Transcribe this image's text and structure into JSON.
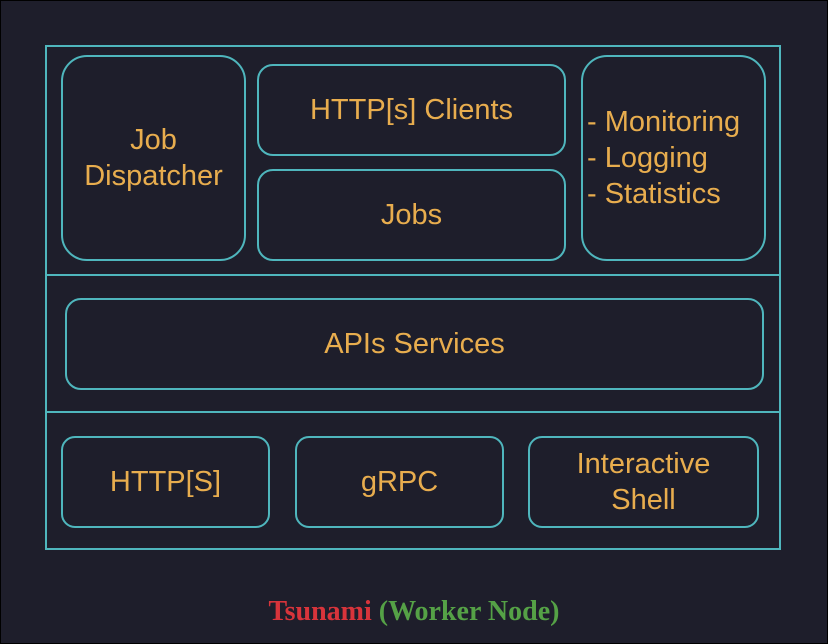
{
  "colors": {
    "background": "#1e1e2b",
    "border": "#4fb6bd",
    "text": "#e8ad4e",
    "title_name": "#d8343b",
    "title_role": "#55a146"
  },
  "top_layer": {
    "job_dispatcher": "Job\nDispatcher",
    "http_clients": "HTTP[s] Clients",
    "jobs": "Jobs",
    "ops_list": [
      "- Monitoring",
      "- Logging",
      "- Statistics"
    ]
  },
  "middle_layer": {
    "apis_services": "APIs Services"
  },
  "bottom_layer": {
    "https": "HTTP[S]",
    "grpc": "gRPC",
    "interactive_shell": "Interactive\nShell"
  },
  "caption": {
    "name": "Tsunami",
    "role": "(Worker Node)"
  }
}
